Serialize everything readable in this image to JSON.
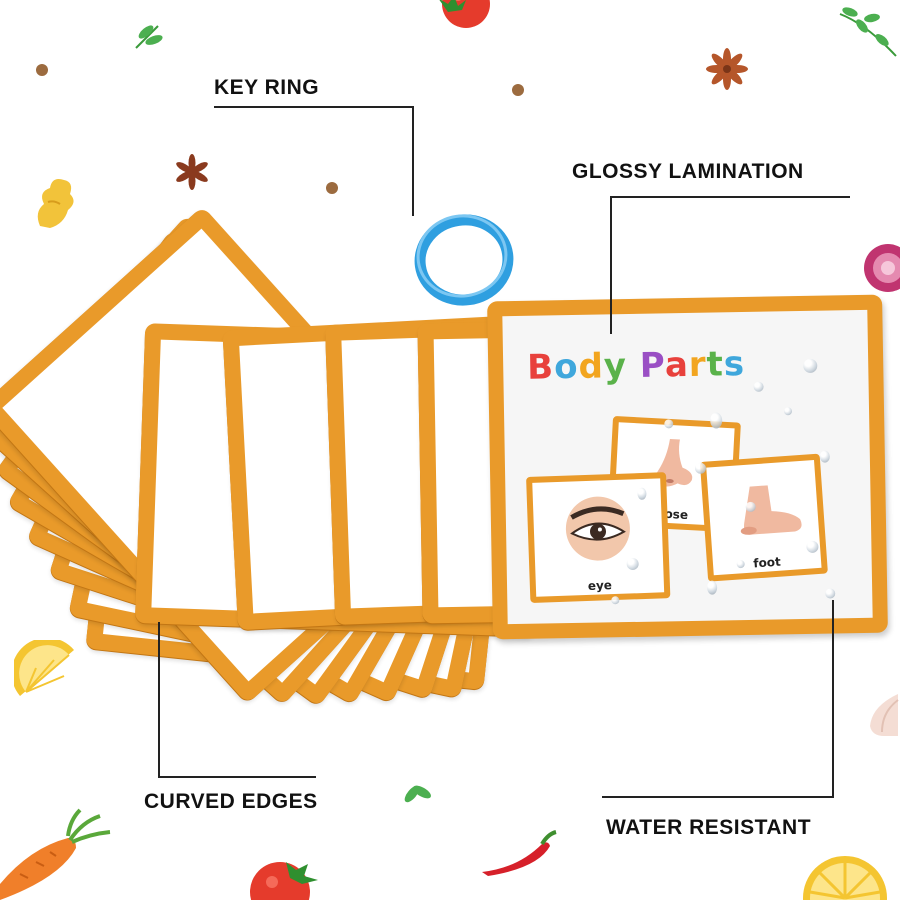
{
  "callouts": {
    "key_ring": "KEY RING",
    "glossy_lamination": "GLOSSY LAMINATION",
    "curved_edges": "CURVED EDGES",
    "water_resistant": "WATER RESISTANT"
  },
  "card": {
    "title": "Body Parts",
    "title_letters": [
      {
        "ch": "B",
        "color": "#e8413c"
      },
      {
        "ch": "o",
        "color": "#3fa7dc"
      },
      {
        "ch": "d",
        "color": "#f2a51f"
      },
      {
        "ch": "y",
        "color": "#5ab24a"
      },
      {
        "ch": " ",
        "color": "#000000"
      },
      {
        "ch": "P",
        "color": "#9a4fc4"
      },
      {
        "ch": "a",
        "color": "#e8413c"
      },
      {
        "ch": "r",
        "color": "#f2a51f"
      },
      {
        "ch": "t",
        "color": "#5ab24a"
      },
      {
        "ch": "s",
        "color": "#3fa7dc"
      }
    ],
    "mini_cards": [
      {
        "label": "eye",
        "icon": "eye-icon"
      },
      {
        "label": "nose",
        "icon": "nose-icon"
      },
      {
        "label": "foot",
        "icon": "foot-icon"
      }
    ]
  },
  "colors": {
    "card_border": "#e99a2a",
    "ring": "#2f9fe0",
    "callout_text": "#111111"
  },
  "decorations": [
    "tomato-icon",
    "leaf-icon",
    "star-anise-icon",
    "ginger-icon",
    "onion-icon",
    "lemon-slice-icon",
    "carrot-icon",
    "chili-pepper-icon",
    "garlic-icon"
  ]
}
